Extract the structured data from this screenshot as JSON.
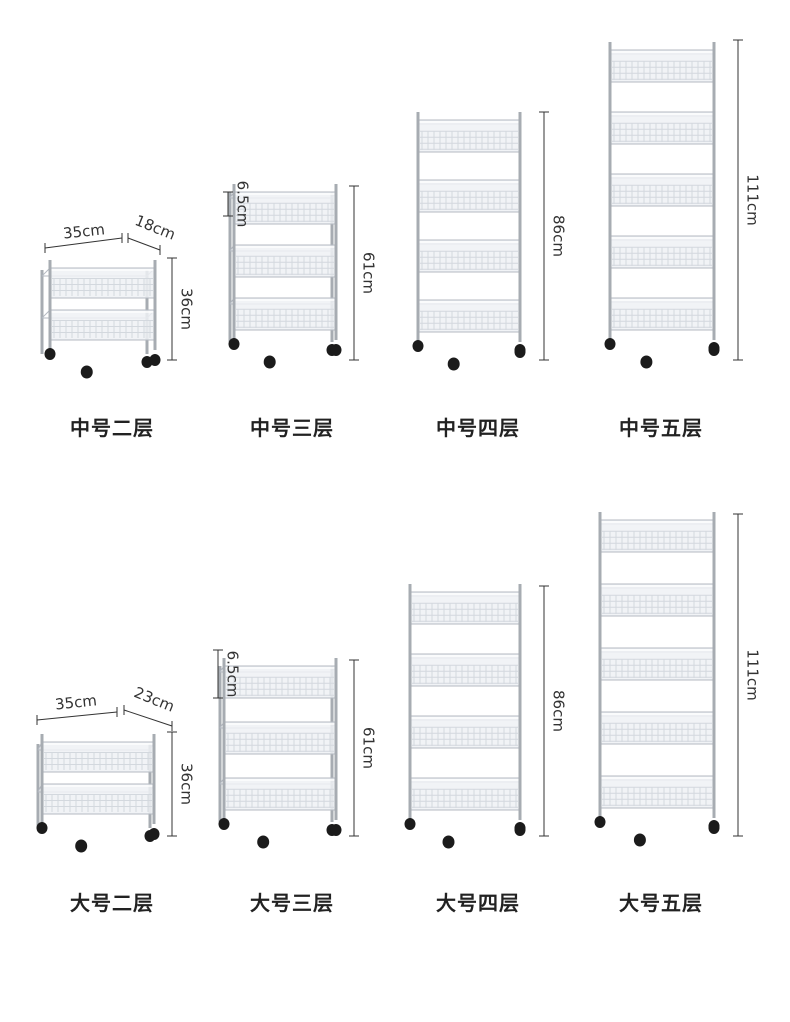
{
  "rows": [
    {
      "items": [
        {
          "label": "中号二层",
          "tiers": 2,
          "dims": {
            "width": "35cm",
            "depth": "18cm",
            "height": "36cm"
          }
        },
        {
          "label": "中号三层",
          "tiers": 3,
          "dims": {
            "gap": "6.5cm",
            "height": "61cm"
          }
        },
        {
          "label": "中号四层",
          "tiers": 4,
          "dims": {
            "height": "86cm"
          }
        },
        {
          "label": "中号五层",
          "tiers": 5,
          "dims": {
            "height": "111cm"
          }
        }
      ]
    },
    {
      "items": [
        {
          "label": "大号二层",
          "tiers": 2,
          "dims": {
            "width": "35cm",
            "depth": "23cm",
            "height": "36cm"
          }
        },
        {
          "label": "大号三层",
          "tiers": 3,
          "dims": {
            "gap": "6.5cm",
            "height": "61cm"
          }
        },
        {
          "label": "大号四层",
          "tiers": 4,
          "dims": {
            "height": "86cm"
          }
        },
        {
          "label": "大号五层",
          "tiers": 5,
          "dims": {
            "height": "111cm"
          }
        }
      ]
    }
  ],
  "colors": {
    "basket_fill": "#eef1f4",
    "basket_stroke": "#b4bac2",
    "pole": "#a7acb2",
    "wheel": "#1b1b1b",
    "dim_line": "#333333",
    "caption": "#222222"
  }
}
